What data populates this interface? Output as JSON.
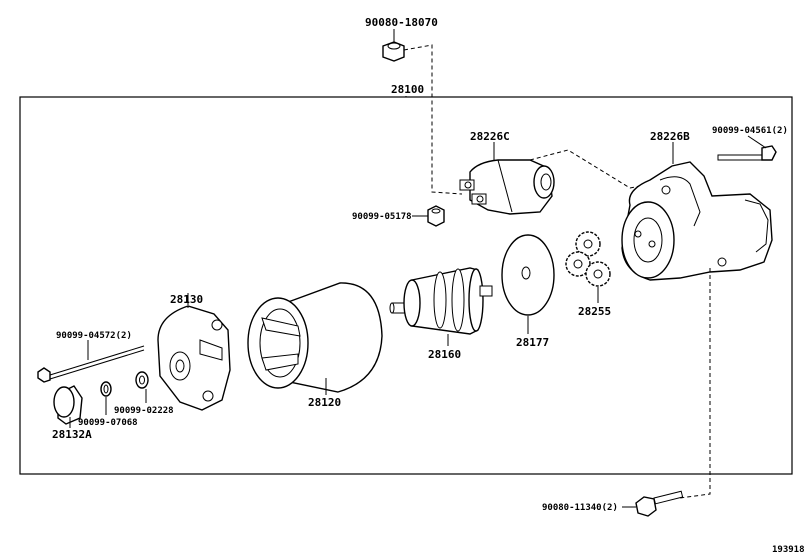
{
  "labels": {
    "p_90080_18070": "90080-18070",
    "p_28100": "28100",
    "p_28226C": "28226C",
    "p_28226B": "28226B",
    "p_90099_04561": "90099-04561(2)",
    "p_90099_05178": "90099-05178",
    "p_28255": "28255",
    "p_28177": "28177",
    "p_28160": "28160",
    "p_28130": "28130",
    "p_90099_04572": "90099-04572(2)",
    "p_28120": "28120",
    "p_90099_02228": "90099-02228",
    "p_90099_07068": "90099-07068",
    "p_28132A": "28132A",
    "p_90080_11340": "90080-11340(2)",
    "diagram_id": "193918"
  }
}
